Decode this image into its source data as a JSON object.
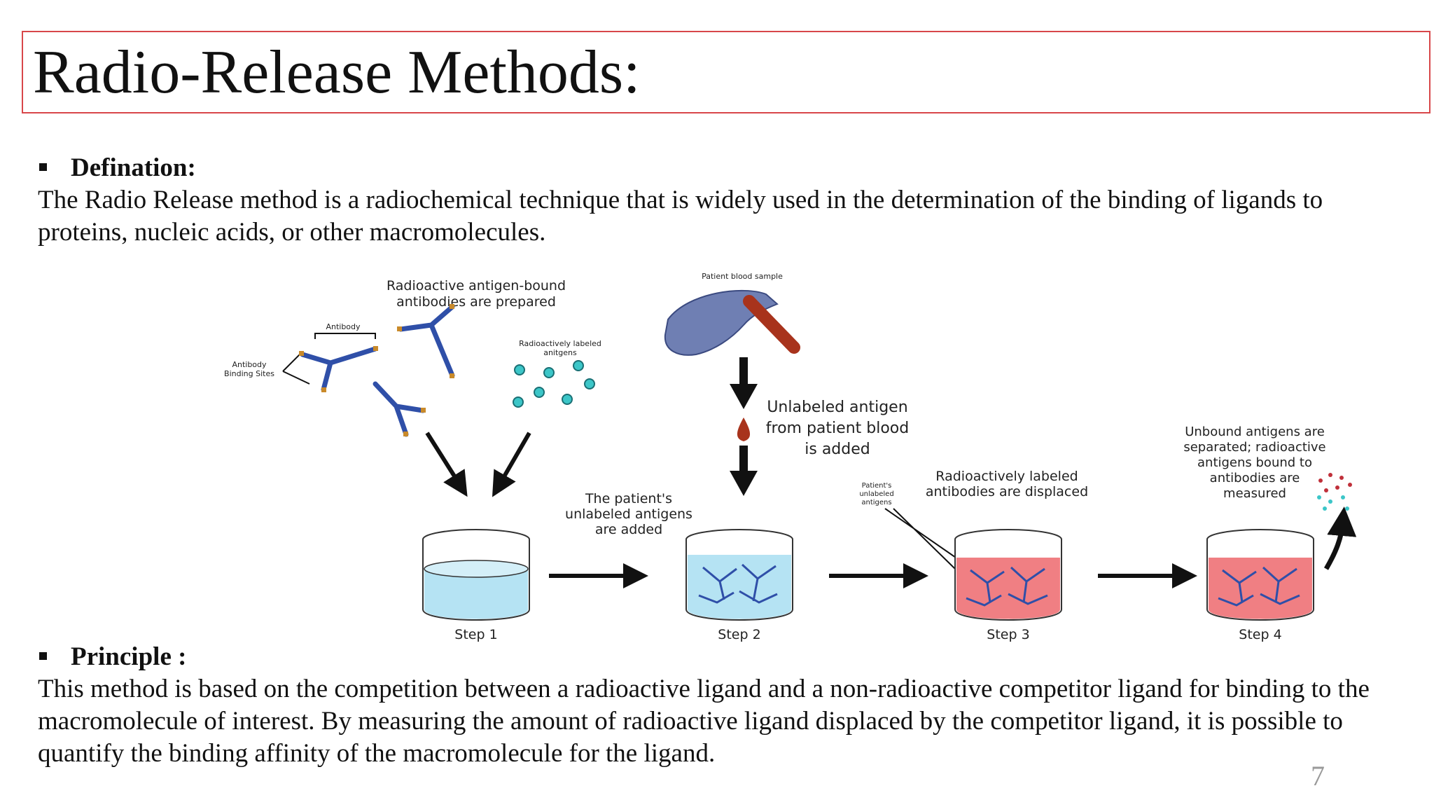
{
  "slide": {
    "title": "Radio-Release Methods:",
    "definition_heading": "Defination:",
    "definition_text": "The Radio Release method is a radiochemical technique that is widely used in the determination of the binding of ligands to proteins, nucleic acids, or other macromolecules.",
    "principle_heading": "Principle :",
    "principle_text": "This method is based on the competition between a radioactive ligand and a non-radioactive competitor ligand for binding to the macromolecule of interest. By measuring the amount of radioactive ligand displaced by the competitor ligand, it is possible to quantify the binding affinity of the macromolecule for the ligand.",
    "page_number": "7"
  },
  "diagram": {
    "label_prepared_1": "Radioactive antigen-bound",
    "label_prepared_2": "antibodies are prepared",
    "label_antibody": "Antibody",
    "label_binding_1": "Antibody",
    "label_binding_2": "Binding Sites",
    "label_radio_antigens_1": "Radioactively labeled",
    "label_radio_antigens_2": "anitgens",
    "label_blood_sample": "Patient blood sample",
    "label_unlabeled_1": "Unlabeled antigen",
    "label_unlabeled_2": "from patient blood",
    "label_unlabeled_3": "is added",
    "label_patient_added_1": "The patient's",
    "label_patient_added_2": "unlabeled antigens",
    "label_patient_added_3": "are added",
    "label_patient_small_1": "Patient's",
    "label_patient_small_2": "unlabeled",
    "label_patient_small_3": "antigens",
    "label_displaced_1": "Radioactively labeled",
    "label_displaced_2": "antibodies are displaced",
    "label_unbound_1": "Unbound antigens are",
    "label_unbound_2": "separated; radioactive",
    "label_unbound_3": "antigens bound to",
    "label_unbound_4": "antibodies are",
    "label_unbound_5": "measured",
    "step1": "Step 1",
    "step2": "Step 2",
    "step3": "Step 3",
    "step4": "Step 4",
    "colors": {
      "antibody": "#2f4fa8",
      "antigen_radio": "#3cc6c8",
      "liquid_clear": "#b5e3f3",
      "liquid_red": "#f07f83",
      "glove": "#6f7fb3",
      "blood": "#a8331c"
    }
  }
}
